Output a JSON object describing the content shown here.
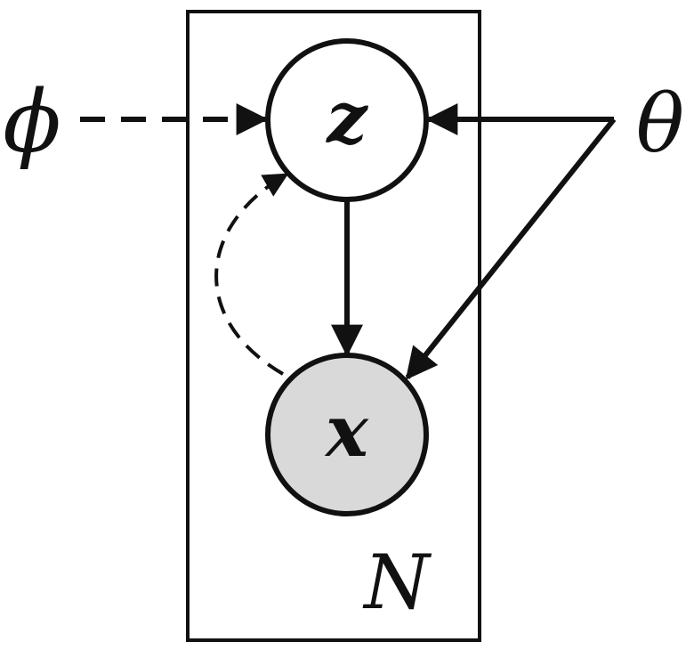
{
  "labels": {
    "latent": "z",
    "observed": "x",
    "plate": "N",
    "variational_param": "ϕ",
    "generative_param": "θ"
  },
  "colors": {
    "stroke": "#111111",
    "observed_fill": "#d9d9d9",
    "latent_fill": "#ffffff"
  }
}
